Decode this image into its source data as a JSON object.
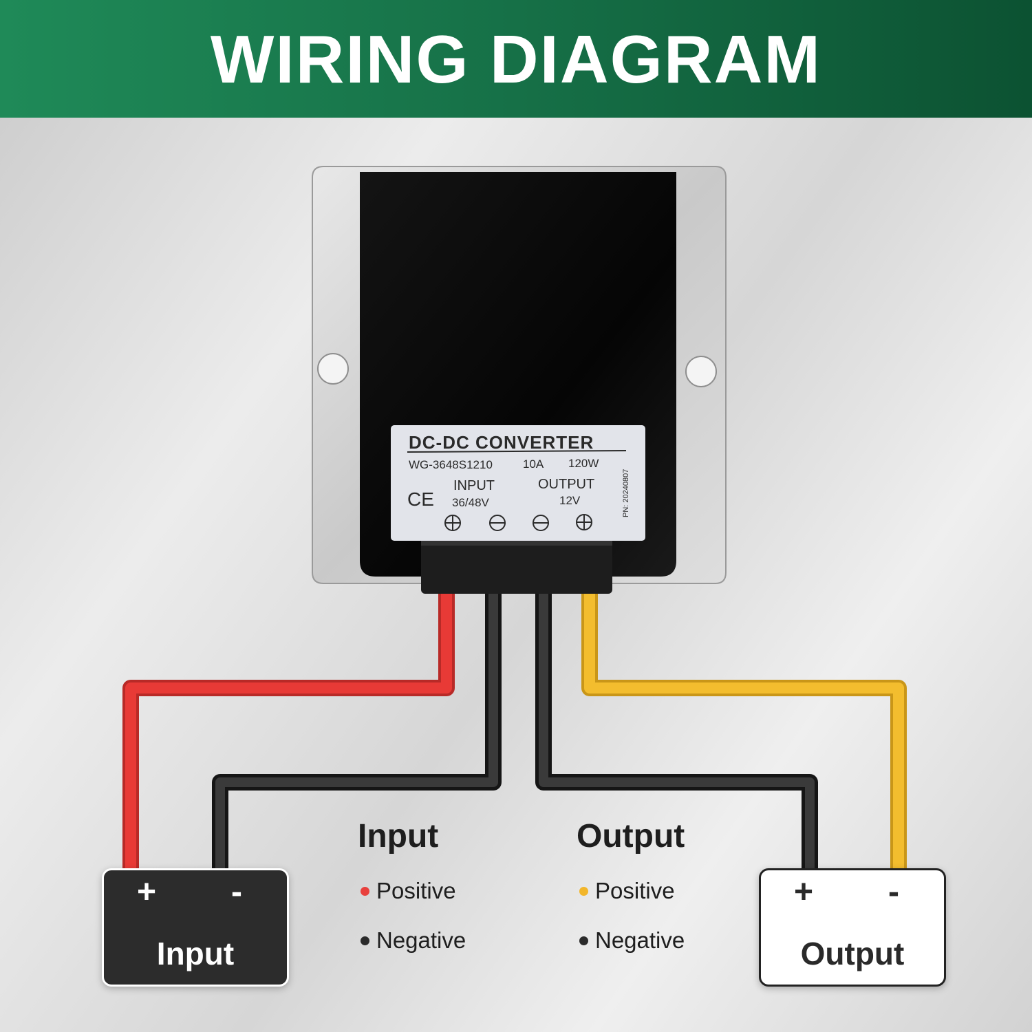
{
  "header": {
    "title": "WIRING DIAGRAM"
  },
  "label": {
    "title": "DC-DC CONVERTER",
    "model": "WG-3648S1210",
    "current": "10A",
    "power": "120W",
    "ce_mark": "CE",
    "input_label": "INPUT",
    "input_voltage": "36/48V",
    "output_label": "OUTPUT",
    "output_voltage": "12V",
    "pn": "PN: 20240807"
  },
  "batteries": {
    "input": {
      "plus": "+",
      "minus": "-",
      "name": "Input"
    },
    "output": {
      "plus": "+",
      "minus": "-",
      "name": "Output"
    }
  },
  "legend": {
    "input": {
      "title": "Input",
      "positive": "Positive",
      "negative": "Negative",
      "positive_color": "#e8403d",
      "negative_color": "#2b2b2b"
    },
    "output": {
      "title": "Output",
      "positive": "Positive",
      "negative": "Negative",
      "positive_color": "#f2b62b",
      "negative_color": "#2b2b2b"
    }
  },
  "colors": {
    "red_wire": "#e83a36",
    "black_wire": "#2b2b2b",
    "yellow_wire": "#f3bd2e",
    "header_green": "#167047"
  }
}
